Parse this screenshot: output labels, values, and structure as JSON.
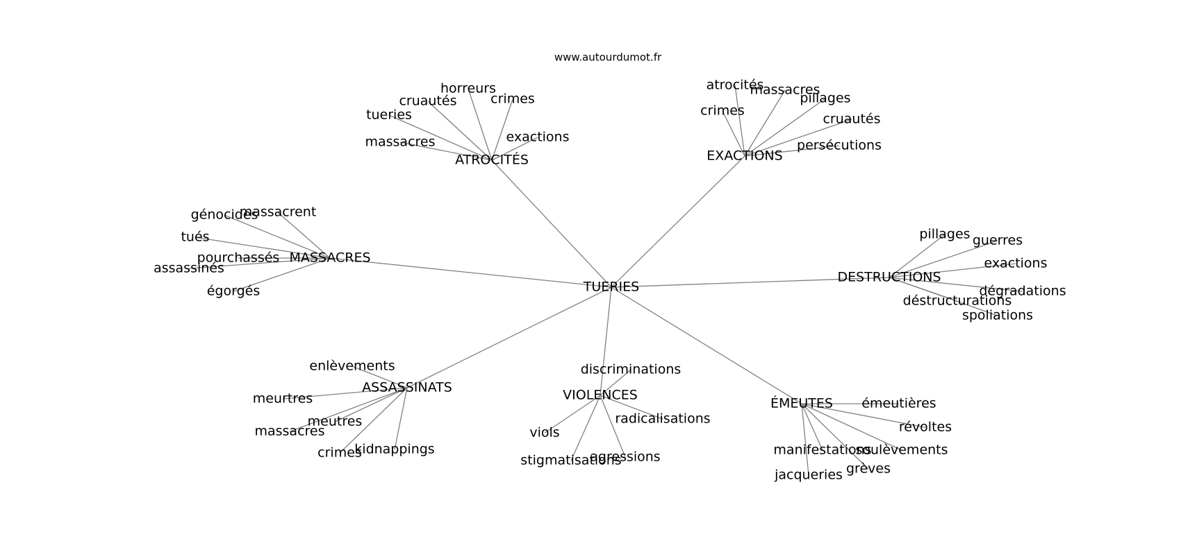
{
  "header": {
    "source": "www.autourdumot.fr"
  },
  "graph": {
    "root": "TUERIES",
    "clusters": [
      {
        "hub": "ATROCITÉS",
        "words": [
          "horreurs",
          "cruautés",
          "crimes",
          "tueries",
          "exactions",
          "massacres"
        ]
      },
      {
        "hub": "EXACTIONS",
        "words": [
          "atrocités",
          "massacres",
          "pillages",
          "crimes",
          "cruautés",
          "persécutions"
        ]
      },
      {
        "hub": "MASSACRES",
        "words": [
          "génocides",
          "massacrent",
          "tués",
          "pourchassés",
          "assassinés",
          "égorgés"
        ]
      },
      {
        "hub": "DESTRUCTIONS",
        "words": [
          "pillages",
          "guerres",
          "exactions",
          "dégradations",
          "déstructurations",
          "spoliations"
        ]
      },
      {
        "hub": "ASSASSINATS",
        "words": [
          "enlèvements",
          "meurtres",
          "meutres",
          "massacres",
          "crimes",
          "kidnappings"
        ]
      },
      {
        "hub": "VIOLENCES",
        "words": [
          "discriminations",
          "radicalisations",
          "viols",
          "stigmatisations",
          "agressions"
        ]
      },
      {
        "hub": "ÉMEUTES",
        "words": [
          "émeutières",
          "révoltes",
          "manifestations",
          "soulèvements",
          "grèves",
          "jacqueries"
        ]
      }
    ]
  }
}
